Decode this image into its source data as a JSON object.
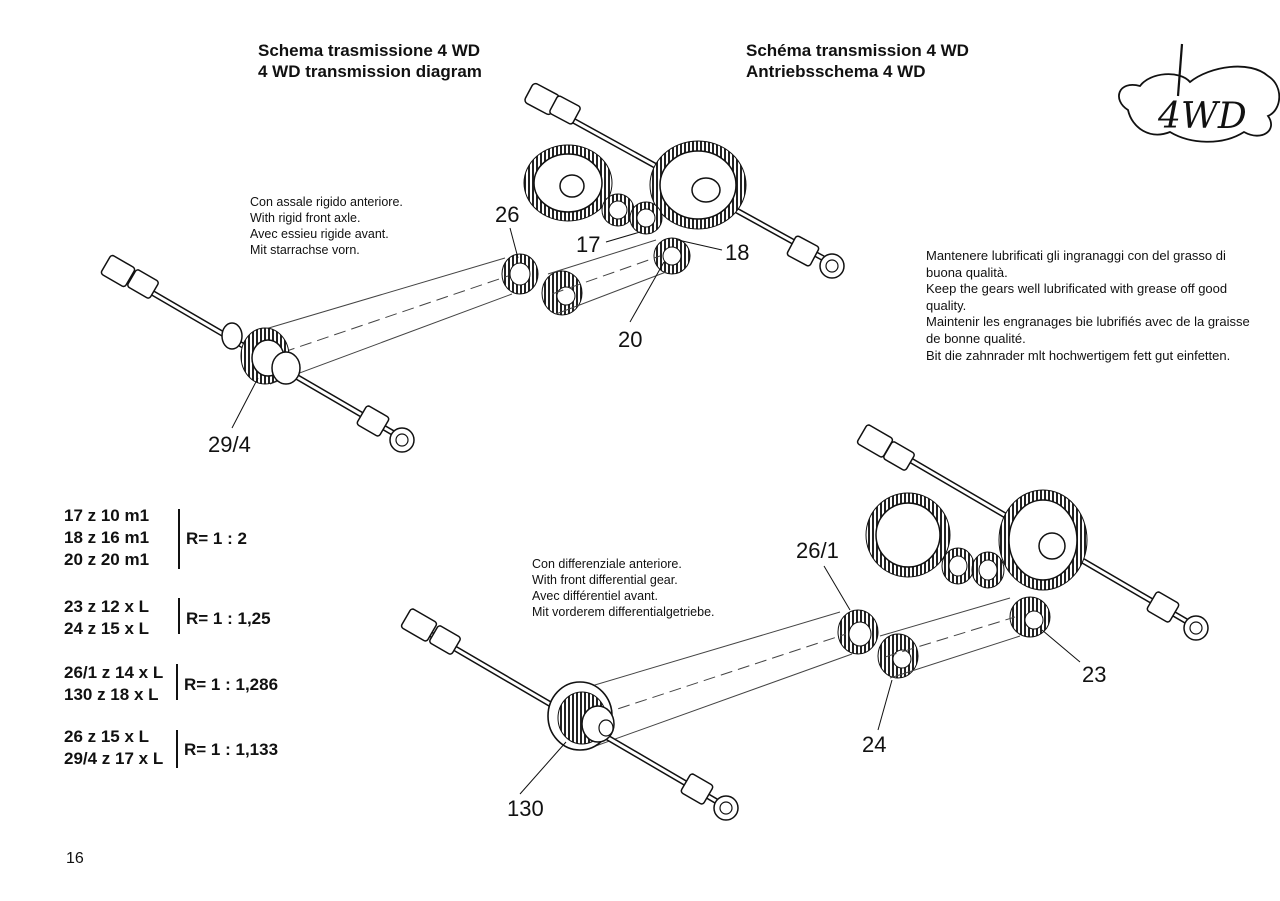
{
  "titles": {
    "left": [
      "Schema trasmissione 4 WD",
      "4 WD transmission diagram"
    ],
    "right": [
      "Schéma transmission 4 WD",
      "Antriebsschema 4 WD"
    ]
  },
  "logo_text": "4WD",
  "notes": {
    "rigid_axle": [
      "Con assale rigido anteriore.",
      "With rigid front axle.",
      "Avec essieu rigide avant.",
      "Mit starrachse vorn."
    ],
    "front_diff": [
      "Con differenziale anteriore.",
      "With front differential gear.",
      "Avec différentiel avant.",
      "Mit vorderem differentialgetriebe."
    ],
    "lubrication": [
      "Mantenere lubrificati gli ingranaggi con del grasso di",
      "buona qualità.",
      "Keep the gears well lubrificated with grease off good",
      "quality.",
      "Maintenir les engranages bie lubrifiés avec de la graisse",
      "de bonne qualité.",
      "Bit die zahnrader  mlt hochwertigem fett gut einfetten."
    ]
  },
  "callouts": {
    "c26": "26",
    "c17": "17",
    "c18": "18",
    "c20": "20",
    "c29_4": "29/4",
    "c26_1": "26/1",
    "c23": "23",
    "c24": "24",
    "c130": "130"
  },
  "ratios": [
    {
      "gears": [
        "17 z 10 m1",
        "18 z 16 m1",
        "20 z 20 m1"
      ],
      "ratio": "R= 1 : 2"
    },
    {
      "gears": [
        "23 z 12 x L",
        "24 z 15 x L"
      ],
      "ratio": "R= 1 : 1,25"
    },
    {
      "gears": [
        "26/1 z 14 x L",
        "130 z 18 x L"
      ],
      "ratio": "R= 1 : 1,286"
    },
    {
      "gears": [
        "26 z 15 x L",
        "29/4 z 17 x L"
      ],
      "ratio": "R= 1 : 1,133"
    }
  ],
  "page_number": "16"
}
